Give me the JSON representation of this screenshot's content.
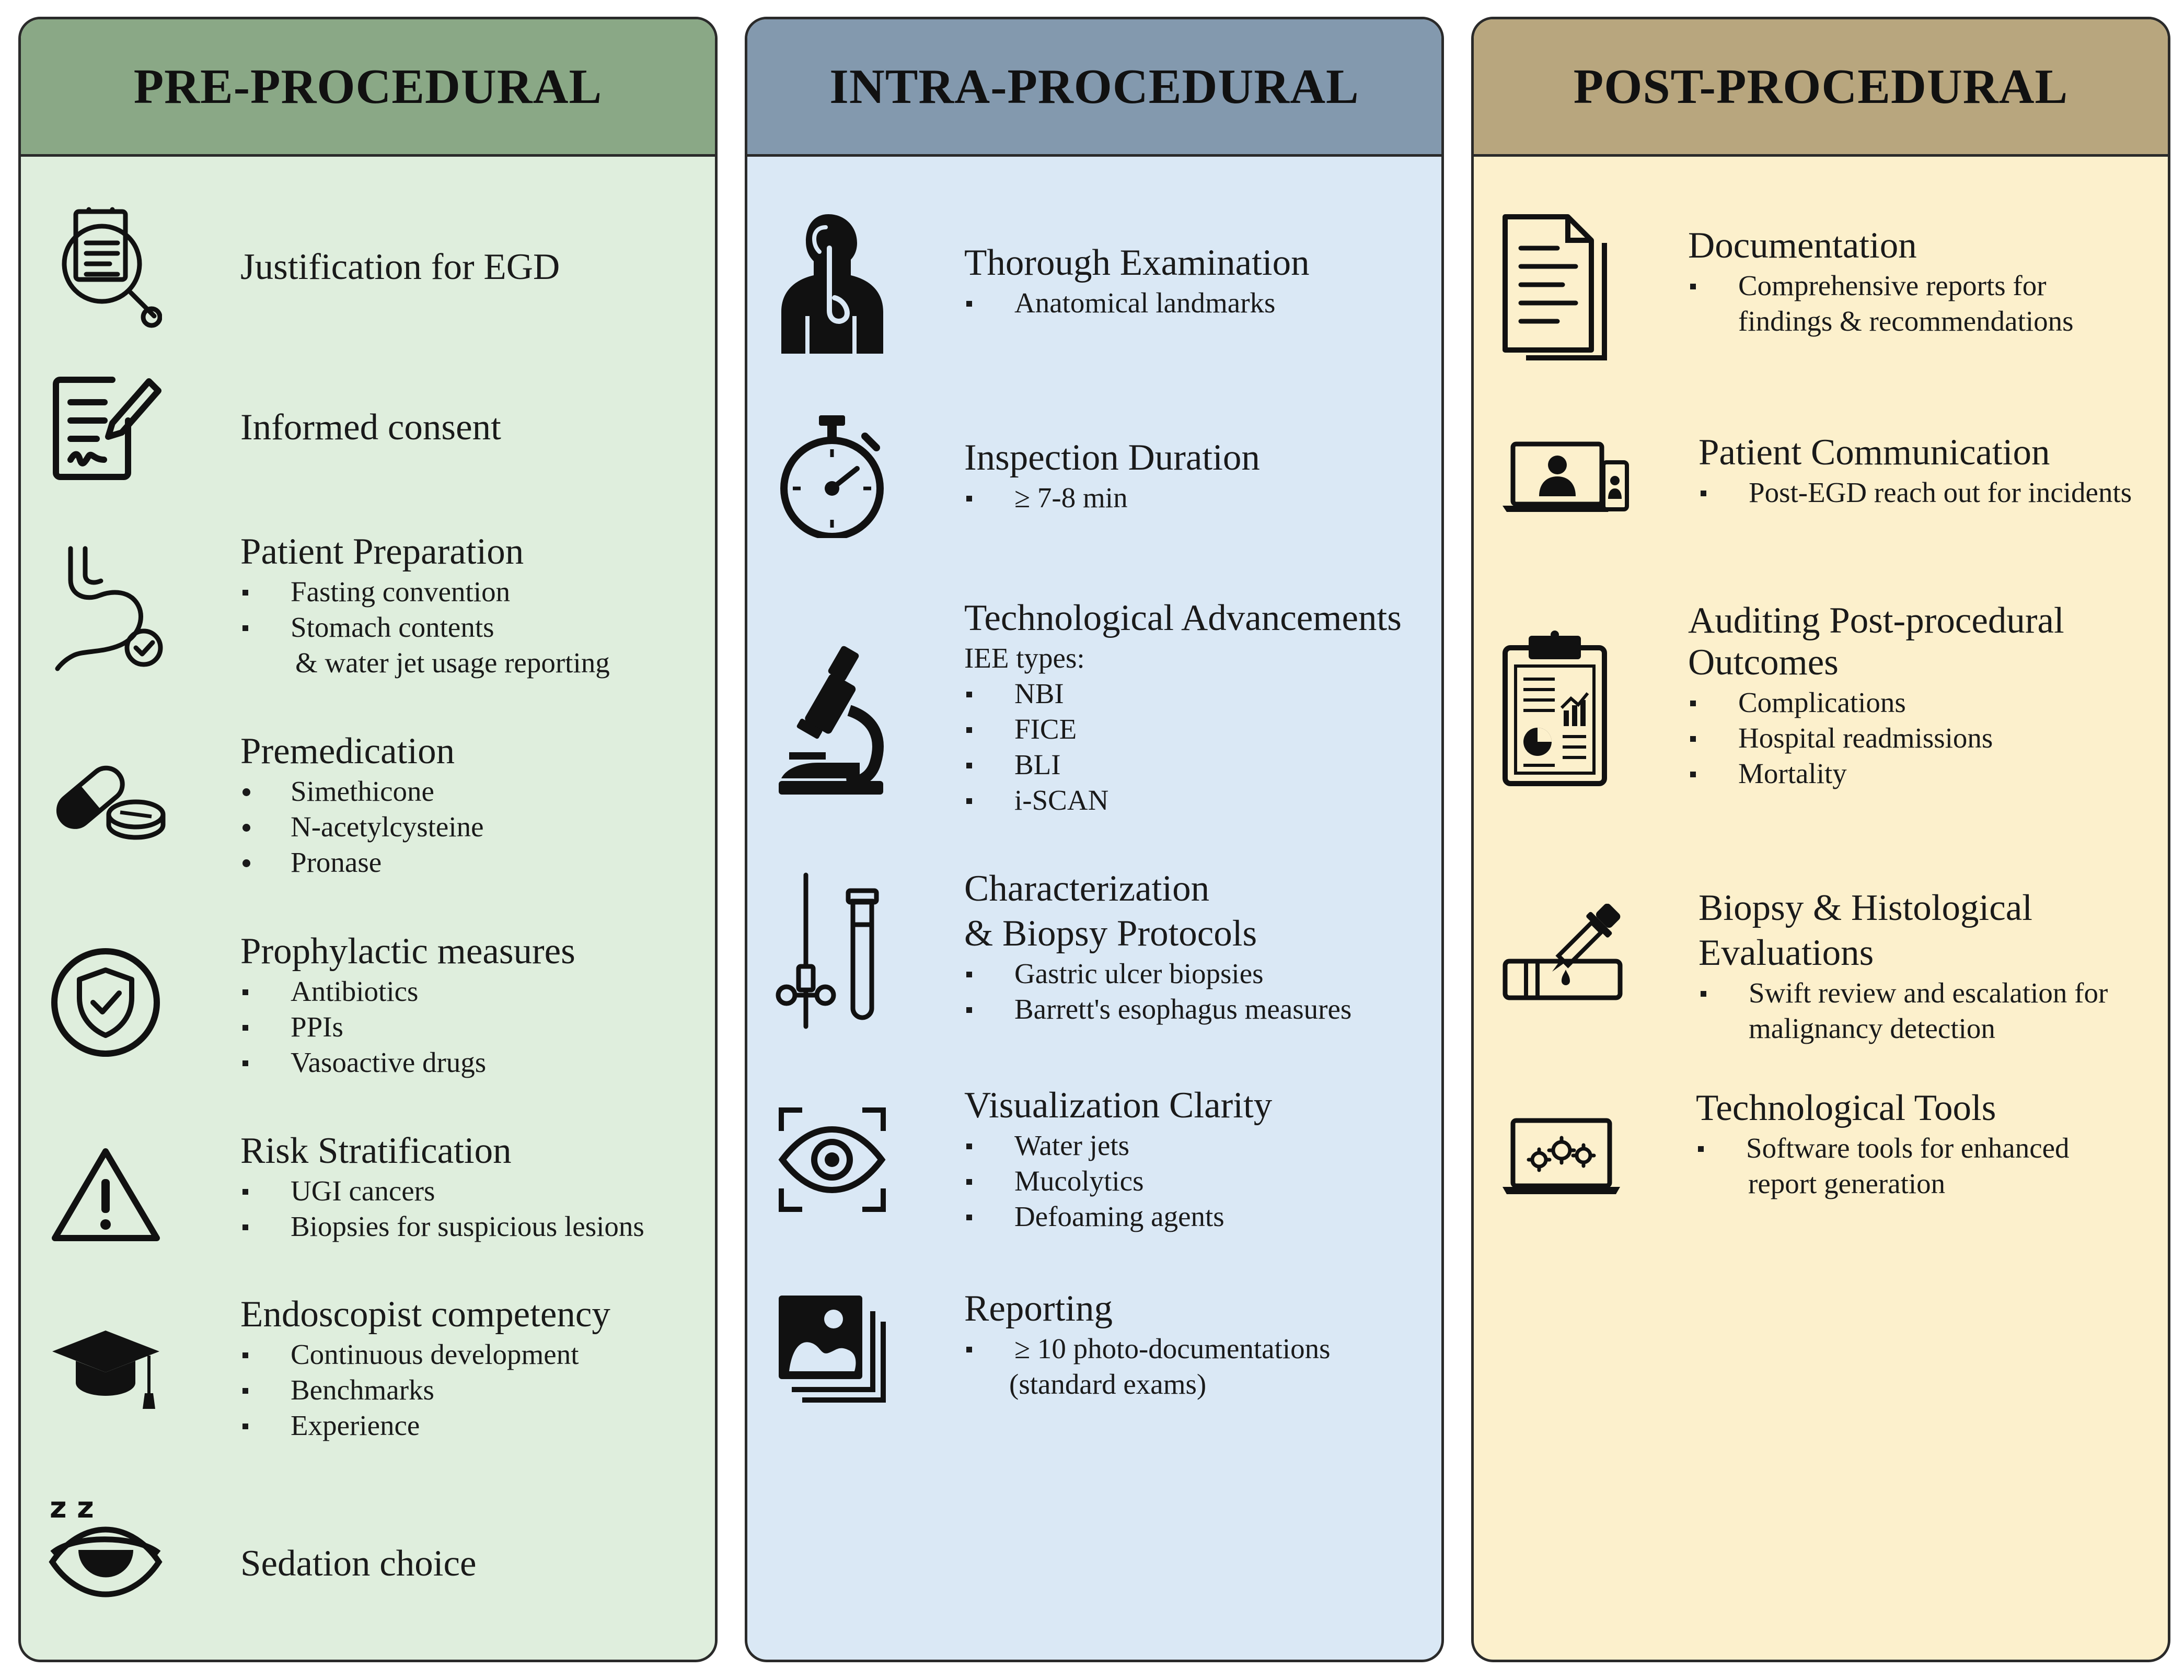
{
  "columns": {
    "pre": {
      "title": "PRE-PROCEDURAL",
      "header_color": "#8aa886",
      "body_color": "#dfeedd",
      "items": {
        "justification": {
          "heading": "Justification for EGD",
          "icon": "document-search-icon"
        },
        "consent": {
          "heading": "Informed consent",
          "icon": "signed-document-icon"
        },
        "preparation": {
          "heading": "Patient Preparation",
          "icon": "stomach-check-icon",
          "bullets": [
            "Fasting convention",
            "Stomach contents"
          ],
          "continuation": "& water jet usage reporting"
        },
        "premedication": {
          "heading": "Premedication",
          "icon": "pills-icon",
          "bullets": [
            "Simethicone",
            "N-acetylcysteine",
            "Pronase"
          ]
        },
        "prophylactic": {
          "heading": "Prophylactic measures",
          "icon": "shield-check-icon",
          "bullets": [
            "Antibiotics",
            "PPIs",
            "Vasoactive drugs"
          ]
        },
        "risk": {
          "heading": "Risk Stratification",
          "icon": "warning-icon",
          "bullets": [
            "UGI cancers",
            "Biopsies for suspicious lesions"
          ]
        },
        "competency": {
          "heading": "Endoscopist competency",
          "icon": "graduation-cap-icon",
          "bullets": [
            "Continuous development",
            "Benchmarks",
            "Experience"
          ]
        },
        "sedation": {
          "heading": "Sedation choice",
          "icon": "sleepy-eye-icon",
          "zz": "z z"
        }
      }
    },
    "intra": {
      "title": "INTRA-PROCEDURAL",
      "header_color": "#8399ae",
      "body_color": "#dae8f5",
      "items": {
        "examination": {
          "heading": "Thorough Examination",
          "icon": "anatomy-torso-icon",
          "bullets": [
            "Anatomical landmarks"
          ]
        },
        "duration": {
          "heading": "Inspection Duration",
          "icon": "stopwatch-icon",
          "bullets": [
            "≥ 7-8 min"
          ]
        },
        "technology": {
          "heading": "Technological Advancements",
          "icon": "microscope-icon",
          "subtext": "IEE types:",
          "bullets": [
            "NBI",
            "FICE",
            "BLI",
            "i-SCAN"
          ]
        },
        "biopsy": {
          "heading_line1": "Characterization",
          "heading_line2": "& Biopsy Protocols",
          "icon": "biopsy-tools-icon",
          "bullets": [
            "Gastric ulcer biopsies",
            "Barrett's esophagus measures"
          ]
        },
        "clarity": {
          "heading": "Visualization Clarity",
          "icon": "eye-scan-icon",
          "bullets": [
            "Water jets",
            "Mucolytics",
            "Defoaming agents"
          ]
        },
        "reporting": {
          "heading": "Reporting",
          "icon": "photo-stack-icon",
          "bullets": [
            "≥ 10 photo-documentations"
          ],
          "continuation": "(standard exams)"
        }
      }
    },
    "post": {
      "title": "POST-PROCEDURAL",
      "header_color": "#b8a67e",
      "body_color": "#fcf0cc",
      "items": {
        "documentation": {
          "heading": "Documentation",
          "icon": "documents-icon",
          "bullets": [
            "Comprehensive reports for"
          ],
          "continuation": "findings & recommendations"
        },
        "communication": {
          "heading": "Patient Communication",
          "icon": "telehealth-icon",
          "bullets": [
            "Post-EGD reach out for incidents"
          ]
        },
        "auditing": {
          "heading_line1": "Auditing Post-procedural",
          "heading_line2": "Outcomes",
          "icon": "clipboard-chart-icon",
          "bullets": [
            "Complications",
            "Hospital readmissions",
            "Mortality"
          ]
        },
        "histology": {
          "heading_line1": "Biopsy & Histological",
          "heading_line2": "Evaluations",
          "icon": "pipette-slide-icon",
          "bullets": [
            "Swift review and escalation for"
          ],
          "continuation": "malignancy detection"
        },
        "tools": {
          "heading": "Technological Tools",
          "icon": "laptop-gears-icon",
          "bullets": [
            "Software tools for enhanced"
          ],
          "continuation": "report generation"
        }
      }
    }
  }
}
